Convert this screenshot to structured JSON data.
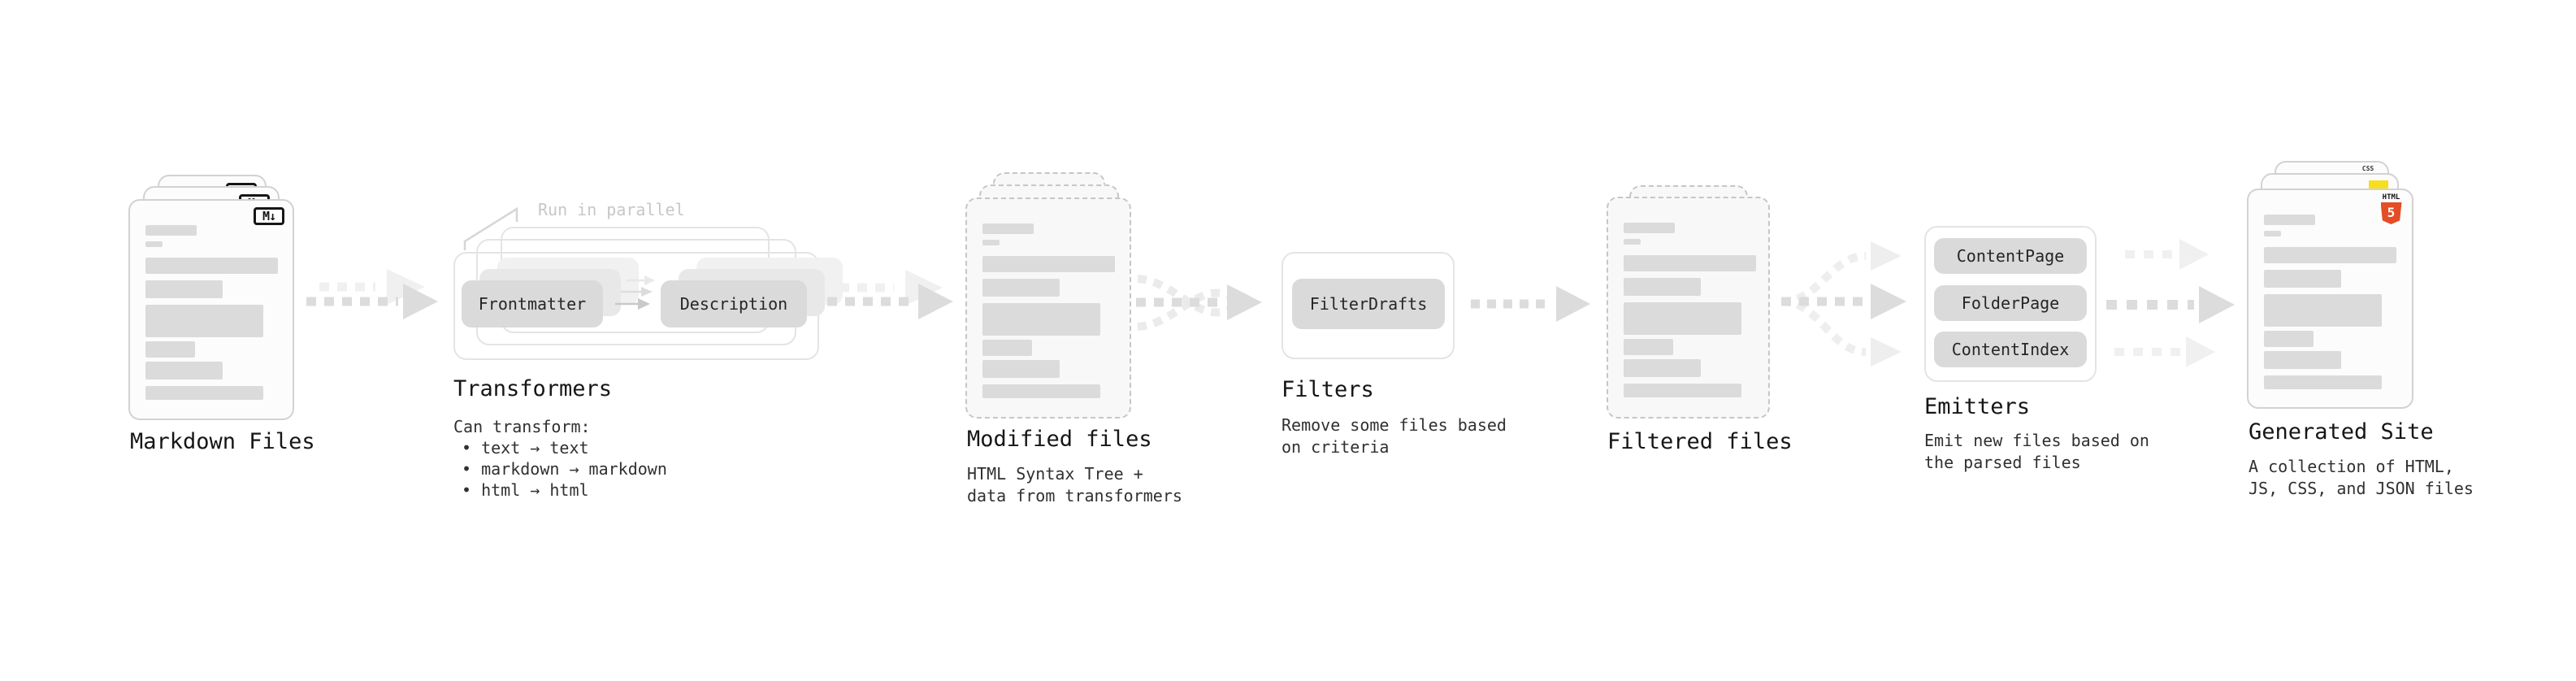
{
  "diagram": {
    "markdown": {
      "label": "Markdown Files"
    },
    "transformers": {
      "callout": "Run in parallel",
      "node_frontmatter": "Frontmatter",
      "node_description": "Description",
      "title": "Transformers",
      "subtitle_heading": "Can transform:",
      "bullets": [
        "• text → text",
        "• markdown → markdown",
        "• html → html"
      ]
    },
    "modified": {
      "title": "Modified files",
      "subtitle": [
        "HTML Syntax Tree +",
        "data from transformers"
      ]
    },
    "filters": {
      "node": "FilterDrafts",
      "title": "Filters",
      "subtitle": [
        "Remove some files based",
        "on criteria"
      ]
    },
    "filtered": {
      "label": "Filtered files"
    },
    "emitters": {
      "nodes": [
        "ContentPage",
        "FolderPage",
        "ContentIndex"
      ],
      "title": "Emitters",
      "subtitle": [
        "Emit new files based on",
        "the parsed files"
      ]
    },
    "generated": {
      "title": "Generated Site",
      "subtitle": [
        "A collection of HTML,",
        "JS, CSS, and JSON files"
      ]
    }
  },
  "icons": {
    "markdown_badge": "M↓",
    "css_badge_label": "CSS",
    "html5_badge_label": "HTML",
    "html5_badge_number": "5"
  },
  "colors": {
    "arrow_main": "#dcdcdc",
    "arrow_faded": "#f0f0f0",
    "node_fill": "#dadada",
    "doc_border": "#d2d2d2",
    "bar_fill": "#dbdbdb",
    "callout_text": "#c7c7c7",
    "html5_orange": "#e44d26",
    "js_yellow": "#f7df1e",
    "css_blue": "#2965f1"
  }
}
